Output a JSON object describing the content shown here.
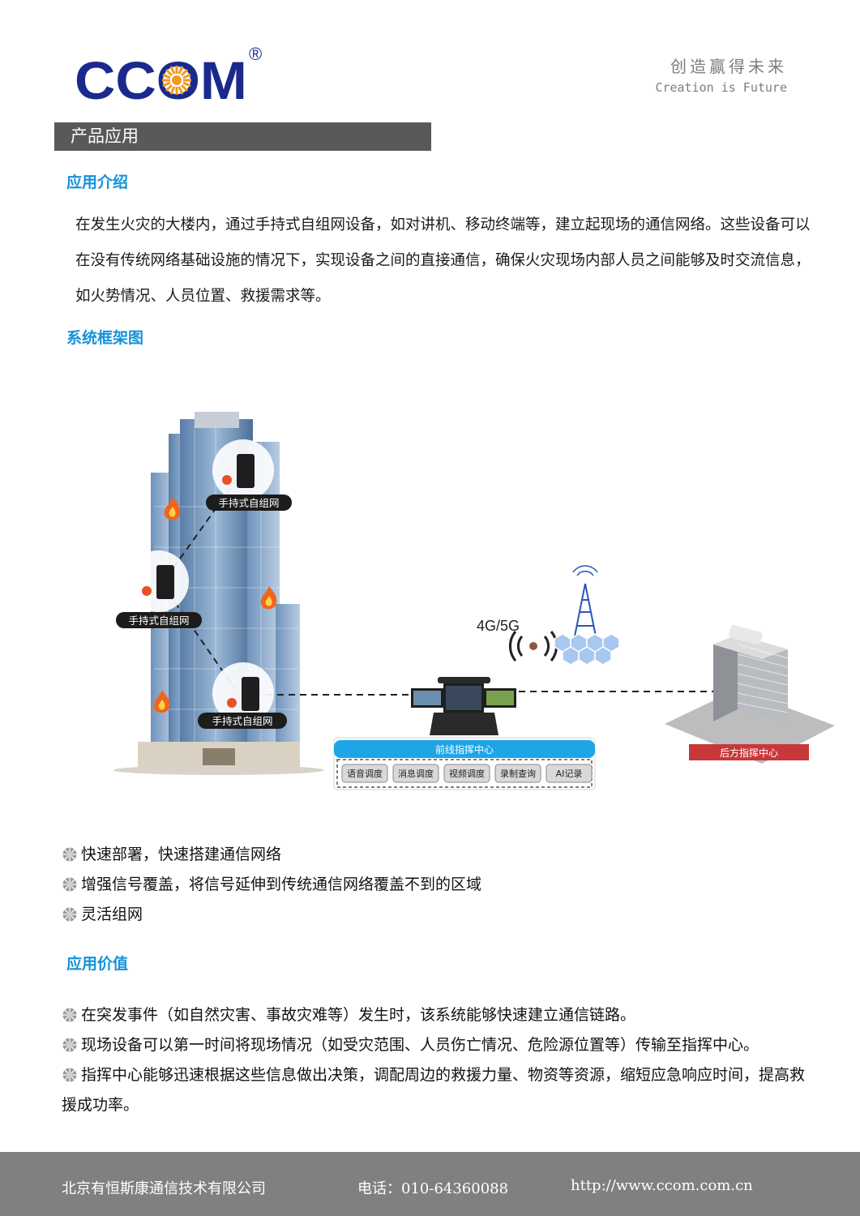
{
  "header": {
    "logo_text": "CCOM",
    "registered_mark": "®",
    "slogan_cn": "创造赢得未来",
    "slogan_en": "Creation is Future"
  },
  "section_title": "产品应用",
  "intro": {
    "heading": "应用介绍",
    "text": "在发生火灾的大楼内，通过手持式自组网设备，如对讲机、移动终端等，建立起现场的通信网络。这些设备可以在没有传统网络基础设施的情况下，实现设备之间的直接通信，确保火灾现场内部人员之间能够及时交流信息，如火势情况、人员位置、救援需求等。"
  },
  "framework": {
    "heading": "系统框架图",
    "device_label": "手持式自组网",
    "network_label": "4G/5G",
    "front_center": "前线指挥中心",
    "front_functions": [
      "语音调度",
      "消息调度",
      "视频调度",
      "录制查询",
      "AI记录"
    ],
    "rear_center": "后方指挥中心"
  },
  "features": [
    "快速部署，快速搭建通信网络",
    "增强信号覆盖，将信号延伸到传统通信网络覆盖不到的区域",
    "灵活组网"
  ],
  "value": {
    "heading": "应用价值",
    "items": [
      "在突发事件（如自然灾害、事故灾难等）发生时，该系统能够快速建立通信链路。",
      "现场设备可以第一时间将现场情况（如受灾范围、人员伤亡情况、危险源位置等）传输至指挥中心。",
      "指挥中心能够迅速根据这些信息做出决策，调配周边的救援力量、物资等资源，缩短应急响应时间，提高救援成功率。"
    ]
  },
  "footer": {
    "company": "北京有恒斯康通信技术有限公司",
    "phone": "电话：010-64360088",
    "website": "http://www.ccom.com.cn"
  },
  "colors": {
    "brand_blue": "#1a2a8c",
    "brand_orange": "#f39a1e",
    "heading_blue": "#1492d8",
    "bar_gray": "#595959",
    "footer_gray": "#808080",
    "rear_center_red": "#c8383a"
  }
}
